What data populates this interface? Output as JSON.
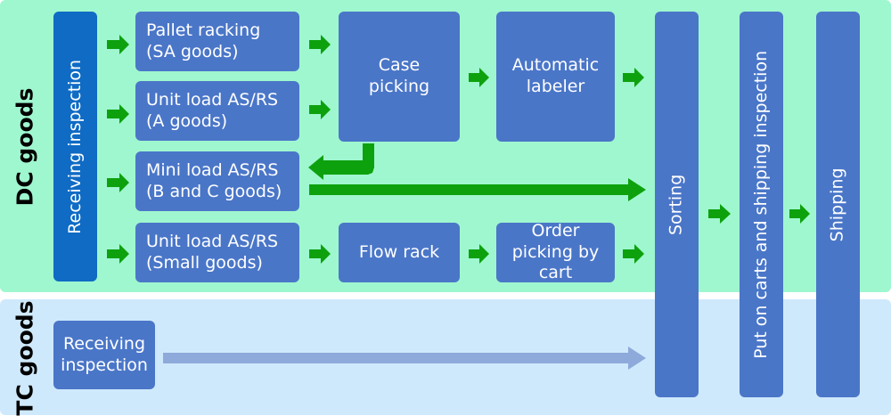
{
  "sections": {
    "dc": {
      "label": "DC goods"
    },
    "tc": {
      "label": "TC goods"
    }
  },
  "nodes": {
    "receiving_dc": "Receiving inspection",
    "pallet": "Pallet racking\n(SA goods)",
    "unit_a": "Unit load AS/RS\n(A goods)",
    "mini": "Mini load AS/RS\n(B and C goods)",
    "unit_small": "Unit load AS/RS\n(Small goods)",
    "case_picking": "Case\npicking",
    "labeler": "Automatic\nlabeler",
    "flow_rack": "Flow rack",
    "order_cart": "Order\npicking by\ncart",
    "sorting": "Sorting",
    "put_carts": "Put on carts and shipping inspection",
    "shipping": "Shipping",
    "receiving_tc": "Receiving\ninspection"
  },
  "colors": {
    "dc_band": "#9ff7cf",
    "tc_band": "#cfe9fc",
    "box": "#4a76c8",
    "receiving_box": "#0f6bc4",
    "arrow_green": "#0ea10e",
    "arrow_tc": "#8eaadb"
  }
}
